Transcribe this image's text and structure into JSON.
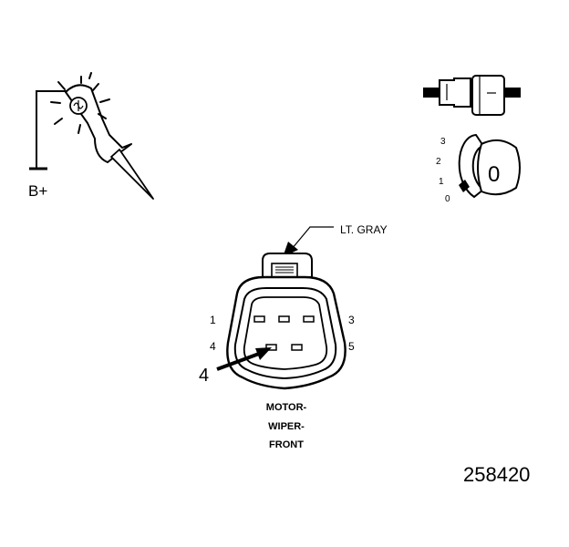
{
  "probe": {
    "supply_label": "B+"
  },
  "ignition": {
    "positions": [
      "3",
      "2",
      "1",
      "0"
    ],
    "key_label": "0"
  },
  "connector": {
    "wire_color_label": "LT. GRAY",
    "pins_left": [
      "1",
      "4"
    ],
    "pins_right": [
      "3",
      "5"
    ],
    "callout_pin": "4",
    "name_lines": [
      "MOTOR-",
      "WIPER-",
      "FRONT"
    ]
  },
  "figure_number": "258420"
}
